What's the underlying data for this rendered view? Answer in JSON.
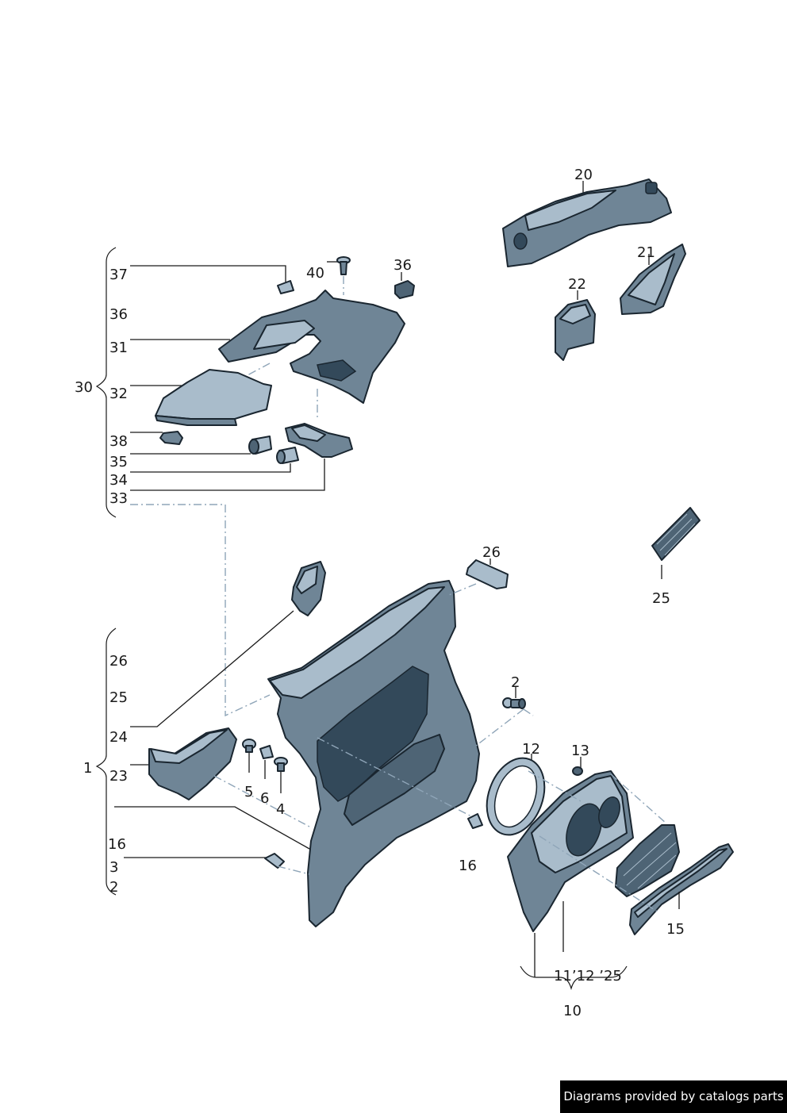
{
  "credit": "Diagrams provided by catalogs parts",
  "labels": {
    "l37": "37",
    "l40": "40",
    "l36a": "36",
    "l36b": "36",
    "l31": "31",
    "l30": "30",
    "l32": "32",
    "l38": "38",
    "l35": "35",
    "l34": "34",
    "l33": "33",
    "l20": "20",
    "l21": "21",
    "l22": "22",
    "l25a": "25",
    "l26a": "26",
    "l26b": "26",
    "l25b": "25",
    "l24": "24",
    "l1": "1",
    "l23": "23",
    "l5": "5",
    "l6": "6",
    "l4": "4",
    "l16a": "16",
    "l3": "3",
    "l2a": "2",
    "l2b": "2",
    "l12": "12",
    "l13": "13",
    "l16b": "16",
    "l15": "15",
    "l11_12_25": "11’12 ’25",
    "l10": "10"
  }
}
